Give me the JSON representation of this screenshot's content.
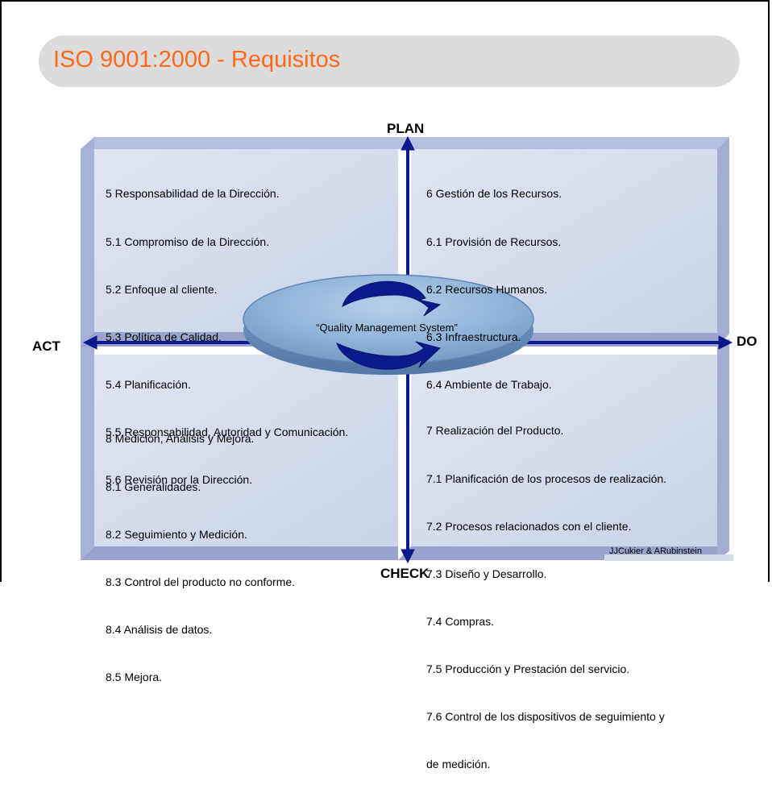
{
  "title": "ISO 9001:2000 - Requisitos",
  "axes": {
    "top": "PLAN",
    "right": "DO",
    "bottom": "CHECK",
    "left": "ACT"
  },
  "center": {
    "label": "“Quality Management System”"
  },
  "quadrants": {
    "top_left": [
      "5 Responsabilidad de la Dirección.",
      "5.1 Compromiso de la Dirección.",
      "5.2 Enfoque al cliente.",
      "5.3 Política de Calidad.",
      "5.4 Planificación.",
      "5.5 Responsabilidad, Autoridad y Comunicación.",
      "5.6 Revisión por la Dirección."
    ],
    "top_right": [
      "6 Gestión de los Recursos.",
      "6.1 Provisión de Recursos.",
      "6.2 Recursos Humanos.",
      "6.3 Infraestructura.",
      "6.4 Ambiente de Trabajo."
    ],
    "bottom_left": [
      "8 Medición, Análisis y Mejora.",
      "8.1 Generalidades.",
      "8.2 Seguimiento y Medición.",
      "8.3 Control del producto no conforme.",
      "8.4 Análisis de datos.",
      "8.5 Mejora."
    ],
    "bottom_right": [
      "7 Realización del Producto.",
      "7.1 Planificación de los procesos de realización.",
      "7.2 Procesos relacionados con el cliente.",
      "7.3 Diseño y Desarrollo.",
      "7.4 Compras.",
      "7.5 Producción y Prestación del servicio.",
      "7.6 Control de los dispositivos de seguimiento y",
      "de medición."
    ]
  },
  "credit": "JJCukier & ARubinstein",
  "colors": {
    "title": "#ff6a1a",
    "title_bar": "#dcdcdc",
    "panel_face": "#d4dced",
    "panel_edge": "#9ea7cf",
    "axis": "#0a1a8c",
    "disc": "#8ab0d6",
    "cycle_arrows": "#0a1a8c"
  }
}
